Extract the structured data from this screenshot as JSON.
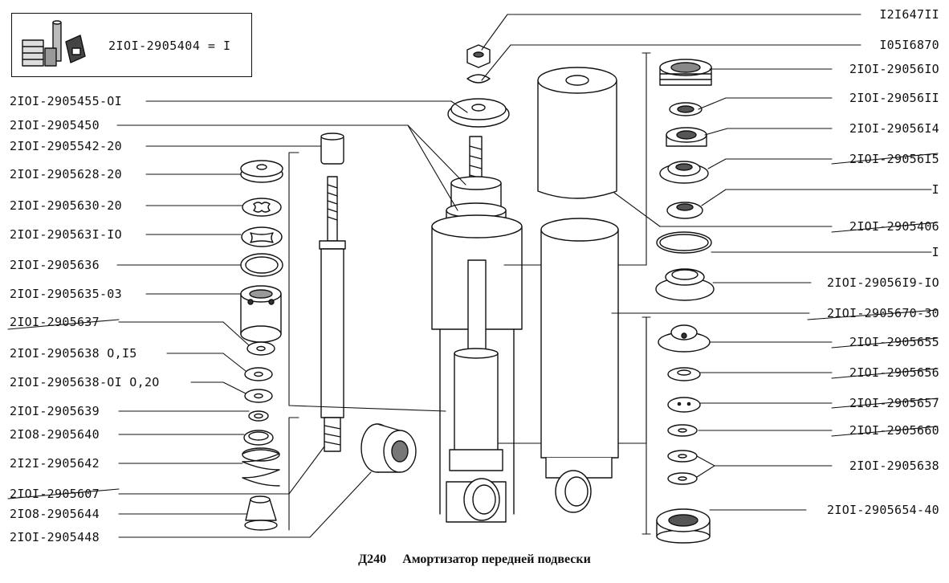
{
  "inset": {
    "part": "2IOI-2905404 = I"
  },
  "caption": {
    "code": "Д240",
    "title": "Амортизатор передней подвески"
  },
  "labels": [
    {
      "id": "l-121647",
      "text": "I2I647II",
      "side": "right"
    },
    {
      "id": "l-105168",
      "text": "I05I6870",
      "side": "right"
    },
    {
      "id": "l-610",
      "text": "2IOI-29056IO",
      "side": "right"
    },
    {
      "id": "l-611",
      "text": "2IOI-29056II",
      "side": "right"
    },
    {
      "id": "l-614",
      "text": "2IOI-29056I4",
      "side": "right"
    },
    {
      "id": "l-615",
      "text": "2IOI-29056I5",
      "side": "right"
    },
    {
      "id": "l-I-1",
      "text": "I",
      "side": "right"
    },
    {
      "id": "l-406",
      "text": "2IOI-2905406",
      "side": "right"
    },
    {
      "id": "l-I-2",
      "text": "I",
      "side": "right"
    },
    {
      "id": "l-619",
      "text": "2IOI-29056I9-IO",
      "side": "right"
    },
    {
      "id": "l-670",
      "text": "2IOI-2905670-30",
      "side": "right"
    },
    {
      "id": "l-655",
      "text": "2IOI-2905655",
      "side": "right"
    },
    {
      "id": "l-656",
      "text": "2IOI-2905656",
      "side": "right"
    },
    {
      "id": "l-657",
      "text": "2IOI-2905657",
      "side": "right"
    },
    {
      "id": "l-660",
      "text": "2IOI-2905660",
      "side": "right"
    },
    {
      "id": "l-638r",
      "text": "2IOI-2905638",
      "side": "right"
    },
    {
      "id": "l-654",
      "text": "2IOI-2905654-40",
      "side": "right"
    },
    {
      "id": "l-455",
      "text": "2IOI-2905455-OI",
      "side": "left"
    },
    {
      "id": "l-450",
      "text": "2IOI-2905450",
      "side": "left"
    },
    {
      "id": "l-542",
      "text": "2IOI-2905542-20",
      "side": "left"
    },
    {
      "id": "l-628",
      "text": "2IOI-2905628-20",
      "side": "left"
    },
    {
      "id": "l-630",
      "text": "2IOI-2905630-20",
      "side": "left"
    },
    {
      "id": "l-631",
      "text": "2IOI-290563I-IO",
      "side": "left"
    },
    {
      "id": "l-636",
      "text": "2IOI-2905636",
      "side": "left"
    },
    {
      "id": "l-635",
      "text": "2IOI-2905635-03",
      "side": "left"
    },
    {
      "id": "l-637",
      "text": "2IOI-2905637",
      "side": "left"
    },
    {
      "id": "l-638a",
      "text": "2IOI-2905638 O,I5",
      "side": "left"
    },
    {
      "id": "l-638b",
      "text": "2IOI-2905638-OI O,2O",
      "side": "left"
    },
    {
      "id": "l-639",
      "text": "2IOI-2905639",
      "side": "left"
    },
    {
      "id": "l-640",
      "text": "2IO8-2905640",
      "side": "left"
    },
    {
      "id": "l-642",
      "text": "2I2I-2905642",
      "side": "left"
    },
    {
      "id": "l-607",
      "text": "2IOI-2905607",
      "side": "left"
    },
    {
      "id": "l-644",
      "text": "2IO8-2905644",
      "side": "left"
    },
    {
      "id": "l-448",
      "text": "2IOI-2905448",
      "side": "left"
    }
  ]
}
